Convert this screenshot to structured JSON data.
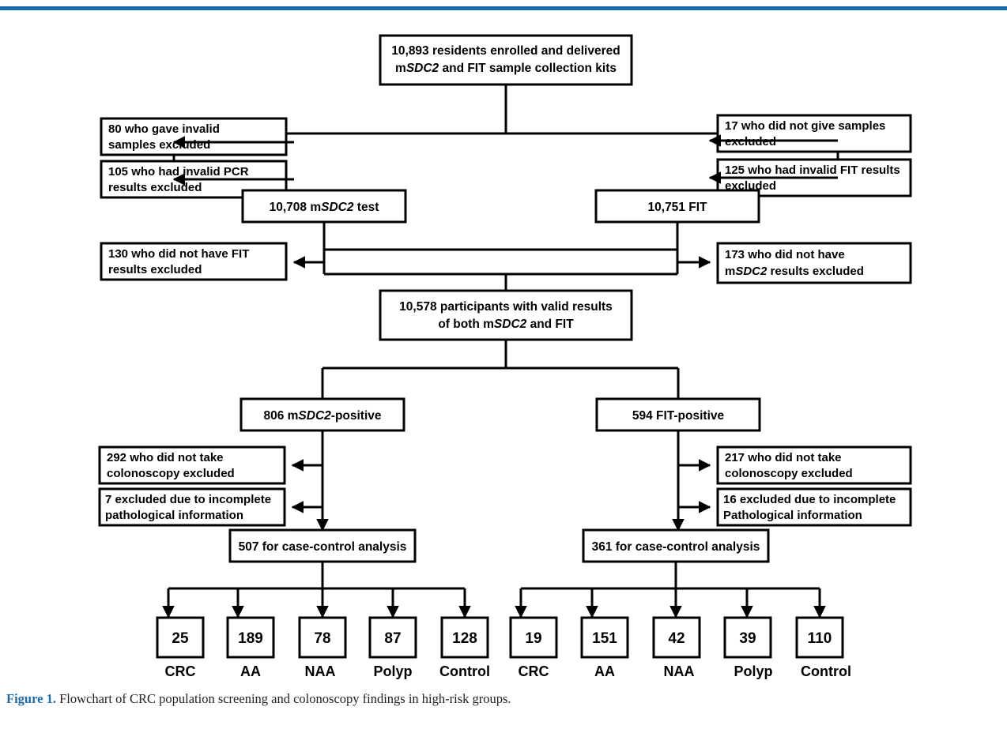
{
  "figure": {
    "caption_label": "Figure 1.",
    "caption_text": " Flowchart of CRC population screening and colonoscopy findings in high-risk groups.",
    "accent_color": "#1a6cae",
    "line_color": "#000000",
    "box_fill": "#ffffff"
  },
  "chart_data": {
    "type": "diagram",
    "title": "Flowchart of CRC population screening and colonoscopy findings in high-risk groups",
    "nodes": {
      "enrolled": {
        "line1": "10,893 residents enrolled and delivered",
        "line2_pre": "m",
        "line2_ital": "SDC2",
        "line2_post": " and FIT sample collection kits"
      },
      "excl_invalid_samples": {
        "line1": "80 who gave invalid",
        "line2": "samples excluded"
      },
      "excl_invalid_pcr": {
        "line1": "105 who had invalid PCR",
        "line2": "results excluded"
      },
      "excl_no_samples": {
        "line1": "17 who did not give samples",
        "line2": "excluded"
      },
      "excl_invalid_fit": {
        "line1": "125 who had invalid FIT results",
        "line2": "excluded"
      },
      "msdc2_test": {
        "pre": "10,708 m",
        "ital": "SDC2",
        "post": " test"
      },
      "fit_test": {
        "text": "10,751 FIT"
      },
      "excl_no_fit_results": {
        "line1": "130 who did not have FIT",
        "line2": "results excluded"
      },
      "excl_no_msdc2_results": {
        "line1": "173 who did not have",
        "line2_pre": "m",
        "line2_ital": "SDC2",
        "line2_post": " results excluded"
      },
      "participants": {
        "line1": "10,578 participants with valid results",
        "line2_pre": "of both m",
        "line2_ital": "SDC2",
        "line2_post": " and FIT"
      },
      "msdc2_positive": {
        "pre": "806 m",
        "ital": "SDC2",
        "post": "-positive"
      },
      "fit_positive": {
        "text": "594 FIT-positive"
      },
      "excl_no_colo_left": {
        "line1": "292 who did not take",
        "line2": "colonoscopy excluded"
      },
      "excl_incomplete_path_left": {
        "line1": "7 excluded due to incomplete",
        "line2": "pathological information"
      },
      "excl_no_colo_right": {
        "line1": "217 who did not take",
        "line2": "colonoscopy excluded"
      },
      "excl_incomplete_path_right": {
        "line1": "16 excluded due to incomplete",
        "line2": "Pathological information"
      },
      "analysis_left": {
        "text": "507 for case-control analysis"
      },
      "analysis_right": {
        "text": "361 for case-control analysis"
      }
    },
    "outcomes_left": {
      "source": "507 for case-control analysis",
      "categories": [
        "CRC",
        "AA",
        "NAA",
        "Polyp",
        "Control"
      ],
      "values": [
        25,
        189,
        78,
        87,
        128
      ]
    },
    "outcomes_right": {
      "source": "361 for case-control analysis",
      "categories": [
        "CRC",
        "AA",
        "NAA",
        "Polyp",
        "Control"
      ],
      "values": [
        19,
        151,
        42,
        39,
        110
      ]
    }
  }
}
